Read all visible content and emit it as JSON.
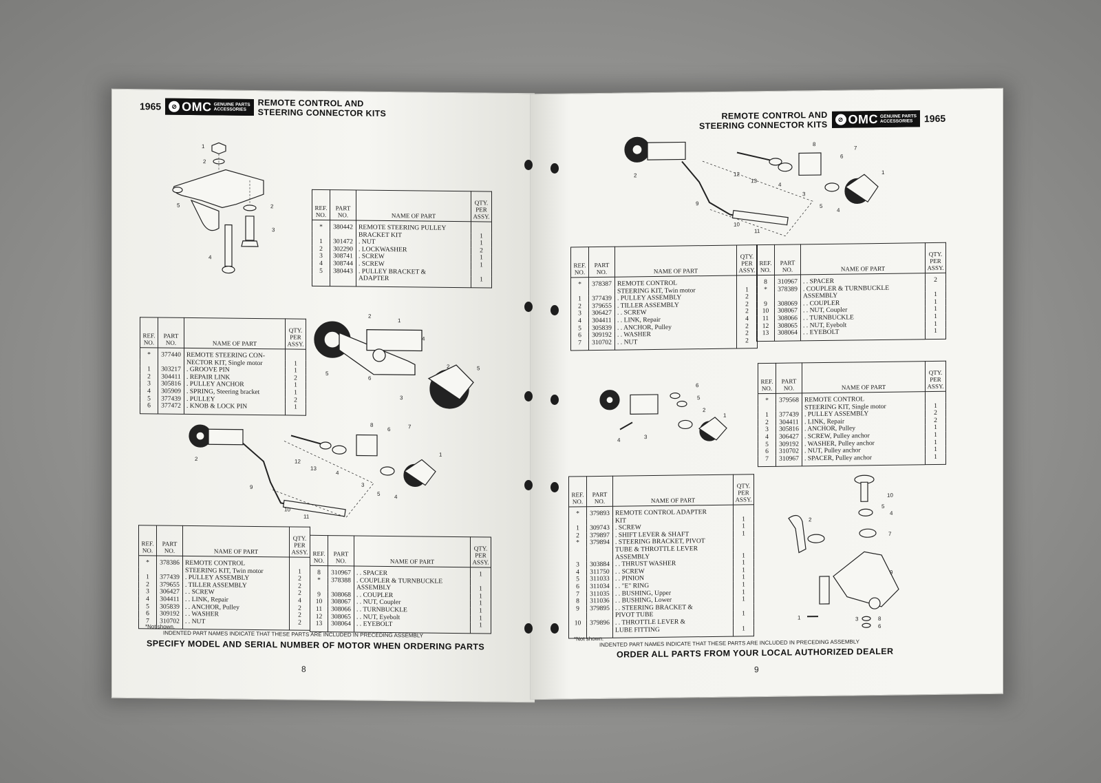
{
  "left_page": {
    "year": "1965",
    "logo": {
      "brand": "OMC",
      "line1": "GENUINE PARTS",
      "line2": "ACCESSORIES"
    },
    "title_line1": "REMOTE CONTROL AND",
    "title_line2": "STEERING CONNECTOR KITS",
    "headers": {
      "ref": "REF. NO.",
      "part": "PART NO.",
      "name": "NAME OF PART",
      "qty": "QTY. PER ASSY."
    },
    "table_pulley_bracket": [
      {
        "ref": "*",
        "part": "380442",
        "name": "REMOTE STEERING PULLEY",
        "qty": ""
      },
      {
        "ref": "",
        "part": "",
        "name": "BRACKET KIT",
        "qty": "1"
      },
      {
        "ref": "1",
        "part": "301472",
        "name": ". NUT",
        "qty": "1"
      },
      {
        "ref": "2",
        "part": "302290",
        "name": ". LOCKWASHER",
        "qty": "2"
      },
      {
        "ref": "3",
        "part": "308741",
        "name": ". SCREW",
        "qty": "1"
      },
      {
        "ref": "4",
        "part": "308744",
        "name": ". SCREW",
        "qty": "1"
      },
      {
        "ref": "5",
        "part": "380443",
        "name": ". PULLEY BRACKET &",
        "qty": ""
      },
      {
        "ref": "",
        "part": "",
        "name": "ADAPTER",
        "qty": "1"
      }
    ],
    "table_single_motor": [
      {
        "ref": "*",
        "part": "377440",
        "name": "REMOTE STEERING CON-",
        "qty": ""
      },
      {
        "ref": "",
        "part": "",
        "name": "NECTOR KIT, Single motor",
        "qty": "1"
      },
      {
        "ref": "1",
        "part": "303217",
        "name": ". GROOVE PIN",
        "qty": "1"
      },
      {
        "ref": "2",
        "part": "304411",
        "name": ". REPAIR LINK",
        "qty": "2"
      },
      {
        "ref": "3",
        "part": "305816",
        "name": ". PULLEY ANCHOR",
        "qty": "1"
      },
      {
        "ref": "4",
        "part": "305909",
        "name": ". SPRING, Steering bracket",
        "qty": "1"
      },
      {
        "ref": "5",
        "part": "377439",
        "name": ". PULLEY",
        "qty": "2"
      },
      {
        "ref": "6",
        "part": "377472",
        "name": ". KNOB & LOCK PIN",
        "qty": "1"
      }
    ],
    "table_twin_a": [
      {
        "ref": "*",
        "part": "378386",
        "name": "REMOTE CONTROL",
        "qty": ""
      },
      {
        "ref": "",
        "part": "",
        "name": "STEERING KIT, Twin motor",
        "qty": "1"
      },
      {
        "ref": "1",
        "part": "377439",
        "name": ". PULLEY ASSEMBLY",
        "qty": "2"
      },
      {
        "ref": "2",
        "part": "379655",
        "name": ". TILLER ASSEMBLY",
        "qty": "2"
      },
      {
        "ref": "3",
        "part": "306427",
        "name": ". . SCREW",
        "qty": "2"
      },
      {
        "ref": "4",
        "part": "304411",
        "name": ". . LINK, Repair",
        "qty": "4"
      },
      {
        "ref": "5",
        "part": "305839",
        "name": ". . ANCHOR, Pulley",
        "qty": "2"
      },
      {
        "ref": "6",
        "part": "309192",
        "name": ". . WASHER",
        "qty": "2"
      },
      {
        "ref": "7",
        "part": "310702",
        "name": ". . NUT",
        "qty": "2"
      }
    ],
    "table_twin_b": [
      {
        "ref": "8",
        "part": "310967",
        "name": ". . SPACER",
        "qty": "1"
      },
      {
        "ref": "*",
        "part": "378388",
        "name": ". COUPLER & TURNBUCKLE",
        "qty": ""
      },
      {
        "ref": "",
        "part": "",
        "name": "ASSEMBLY",
        "qty": "1"
      },
      {
        "ref": "9",
        "part": "308068",
        "name": ". . COUPLER",
        "qty": "1"
      },
      {
        "ref": "10",
        "part": "308067",
        "name": ". . NUT, Coupler",
        "qty": "1"
      },
      {
        "ref": "11",
        "part": "308066",
        "name": ". . TURNBUCKLE",
        "qty": "1"
      },
      {
        "ref": "12",
        "part": "308065",
        "name": ". . NUT, Eyebolt",
        "qty": "1"
      },
      {
        "ref": "13",
        "part": "308064",
        "name": ". . EYEBOLT",
        "qty": "1"
      }
    ],
    "not_shown": "*Not shown.",
    "indent_note": "INDENTED PART NAMES INDICATE THAT THESE PARTS ARE INCLUDED IN PRECEDING ASSEMBLY",
    "footer": "SPECIFY MODEL AND SERIAL NUMBER OF MOTOR WHEN ORDERING PARTS",
    "page_number": "8"
  },
  "right_page": {
    "year": "1965",
    "logo": {
      "brand": "OMC",
      "line1": "GENUINE PARTS",
      "line2": "ACCESSORIES"
    },
    "title_line1": "REMOTE CONTROL AND",
    "title_line2": "STEERING CONNECTOR KITS",
    "headers": {
      "ref": "REF. NO.",
      "part": "PART NO.",
      "name": "NAME OF PART",
      "qty": "QTY. PER ASSY."
    },
    "table_twin_a": [
      {
        "ref": "*",
        "part": "378387",
        "name": "REMOTE CONTROL",
        "qty": ""
      },
      {
        "ref": "",
        "part": "",
        "name": "STEERING KIT, Twin motor",
        "qty": "1"
      },
      {
        "ref": "1",
        "part": "377439",
        "name": ". PULLEY ASSEMBLY",
        "qty": "2"
      },
      {
        "ref": "2",
        "part": "379655",
        "name": ". TILLER ASSEMBLY",
        "qty": "2"
      },
      {
        "ref": "3",
        "part": "306427",
        "name": ". . SCREW",
        "qty": "2"
      },
      {
        "ref": "4",
        "part": "304411",
        "name": ". . LINK, Repair",
        "qty": "4"
      },
      {
        "ref": "5",
        "part": "305839",
        "name": ". . ANCHOR, Pulley",
        "qty": "2"
      },
      {
        "ref": "6",
        "part": "309192",
        "name": ". . WASHER",
        "qty": "2"
      },
      {
        "ref": "7",
        "part": "310702",
        "name": ". . NUT",
        "qty": "2"
      }
    ],
    "table_twin_b": [
      {
        "ref": "8",
        "part": "310967",
        "name": ". . SPACER",
        "qty": "2"
      },
      {
        "ref": "*",
        "part": "378389",
        "name": ". COUPLER & TURNBUCKLE",
        "qty": ""
      },
      {
        "ref": "",
        "part": "",
        "name": "ASSEMBLY",
        "qty": "1"
      },
      {
        "ref": "9",
        "part": "308069",
        "name": ". . COUPLER",
        "qty": "1"
      },
      {
        "ref": "10",
        "part": "308067",
        "name": ". . NUT, Coupler",
        "qty": "1"
      },
      {
        "ref": "11",
        "part": "308066",
        "name": ". . TURNBUCKLE",
        "qty": "1"
      },
      {
        "ref": "12",
        "part": "308065",
        "name": ". . NUT, Eyebolt",
        "qty": "1"
      },
      {
        "ref": "13",
        "part": "308064",
        "name": ". . EYEBOLT",
        "qty": "1"
      }
    ],
    "table_single_motor": [
      {
        "ref": "*",
        "part": "379568",
        "name": "REMOTE CONTROL",
        "qty": ""
      },
      {
        "ref": "",
        "part": "",
        "name": "STEERING KIT, Single motor",
        "qty": "1"
      },
      {
        "ref": "1",
        "part": "377439",
        "name": ". PULLEY ASSEMBLY",
        "qty": "2"
      },
      {
        "ref": "2",
        "part": "304411",
        "name": ". LINK, Repair",
        "qty": "2"
      },
      {
        "ref": "3",
        "part": "305816",
        "name": ". ANCHOR, Pulley",
        "qty": "1"
      },
      {
        "ref": "4",
        "part": "306427",
        "name": ". SCREW, Pulley anchor",
        "qty": "1"
      },
      {
        "ref": "5",
        "part": "309192",
        "name": ". WASHER, Pulley anchor",
        "qty": "1"
      },
      {
        "ref": "6",
        "part": "310702",
        "name": ". NUT, Pulley anchor",
        "qty": "1"
      },
      {
        "ref": "7",
        "part": "310967",
        "name": ". SPACER, Pulley anchor",
        "qty": "1"
      }
    ],
    "table_adapter": [
      {
        "ref": "*",
        "part": "379893",
        "name": "REMOTE CONTROL ADAPTER",
        "qty": ""
      },
      {
        "ref": "",
        "part": "",
        "name": "KIT",
        "qty": "1"
      },
      {
        "ref": "1",
        "part": "309743",
        "name": ". SCREW",
        "qty": "1"
      },
      {
        "ref": "2",
        "part": "379897",
        "name": ". SHIFT LEVER & SHAFT",
        "qty": "1"
      },
      {
        "ref": "*",
        "part": "379894",
        "name": ". STEERING BRACKET, PIVOT",
        "qty": ""
      },
      {
        "ref": "",
        "part": "",
        "name": "TUBE & THROTTLE LEVER",
        "qty": ""
      },
      {
        "ref": "",
        "part": "",
        "name": "ASSEMBLY",
        "qty": "1"
      },
      {
        "ref": "3",
        "part": "303884",
        "name": ". . THRUST WASHER",
        "qty": "1"
      },
      {
        "ref": "4",
        "part": "311750",
        "name": ". . SCREW",
        "qty": "1"
      },
      {
        "ref": "5",
        "part": "311033",
        "name": ". . PINION",
        "qty": "1"
      },
      {
        "ref": "6",
        "part": "311034",
        "name": ". . \"E\" RING",
        "qty": "1"
      },
      {
        "ref": "7",
        "part": "311035",
        "name": ". . BUSHING, Upper",
        "qty": "1"
      },
      {
        "ref": "8",
        "part": "311036",
        "name": ". . BUSHING, Lower",
        "qty": "1"
      },
      {
        "ref": "9",
        "part": "379895",
        "name": ". . STEERING BRACKET &",
        "qty": ""
      },
      {
        "ref": "",
        "part": "",
        "name": "PIVOT TUBE",
        "qty": "1"
      },
      {
        "ref": "10",
        "part": "379896",
        "name": ". . THROTTLE LEVER &",
        "qty": ""
      },
      {
        "ref": "",
        "part": "",
        "name": "LUBE FITTING",
        "qty": "1"
      }
    ],
    "not_shown": "*Not shown.",
    "indent_note": "INDENTED PART NAMES INDICATE THAT THESE PARTS ARE INCLUDED IN PRECEDING ASSEMBLY",
    "footer": "ORDER ALL PARTS FROM YOUR LOCAL AUTHORIZED DEALER",
    "page_number": "9"
  },
  "callouts": {
    "n1": "1",
    "n2": "2",
    "n3": "3",
    "n4": "4",
    "n5": "5",
    "n6": "6",
    "n7": "7",
    "n8": "8",
    "n9": "9",
    "n10": "10",
    "n11": "11",
    "n12": "12",
    "n13": "13"
  }
}
